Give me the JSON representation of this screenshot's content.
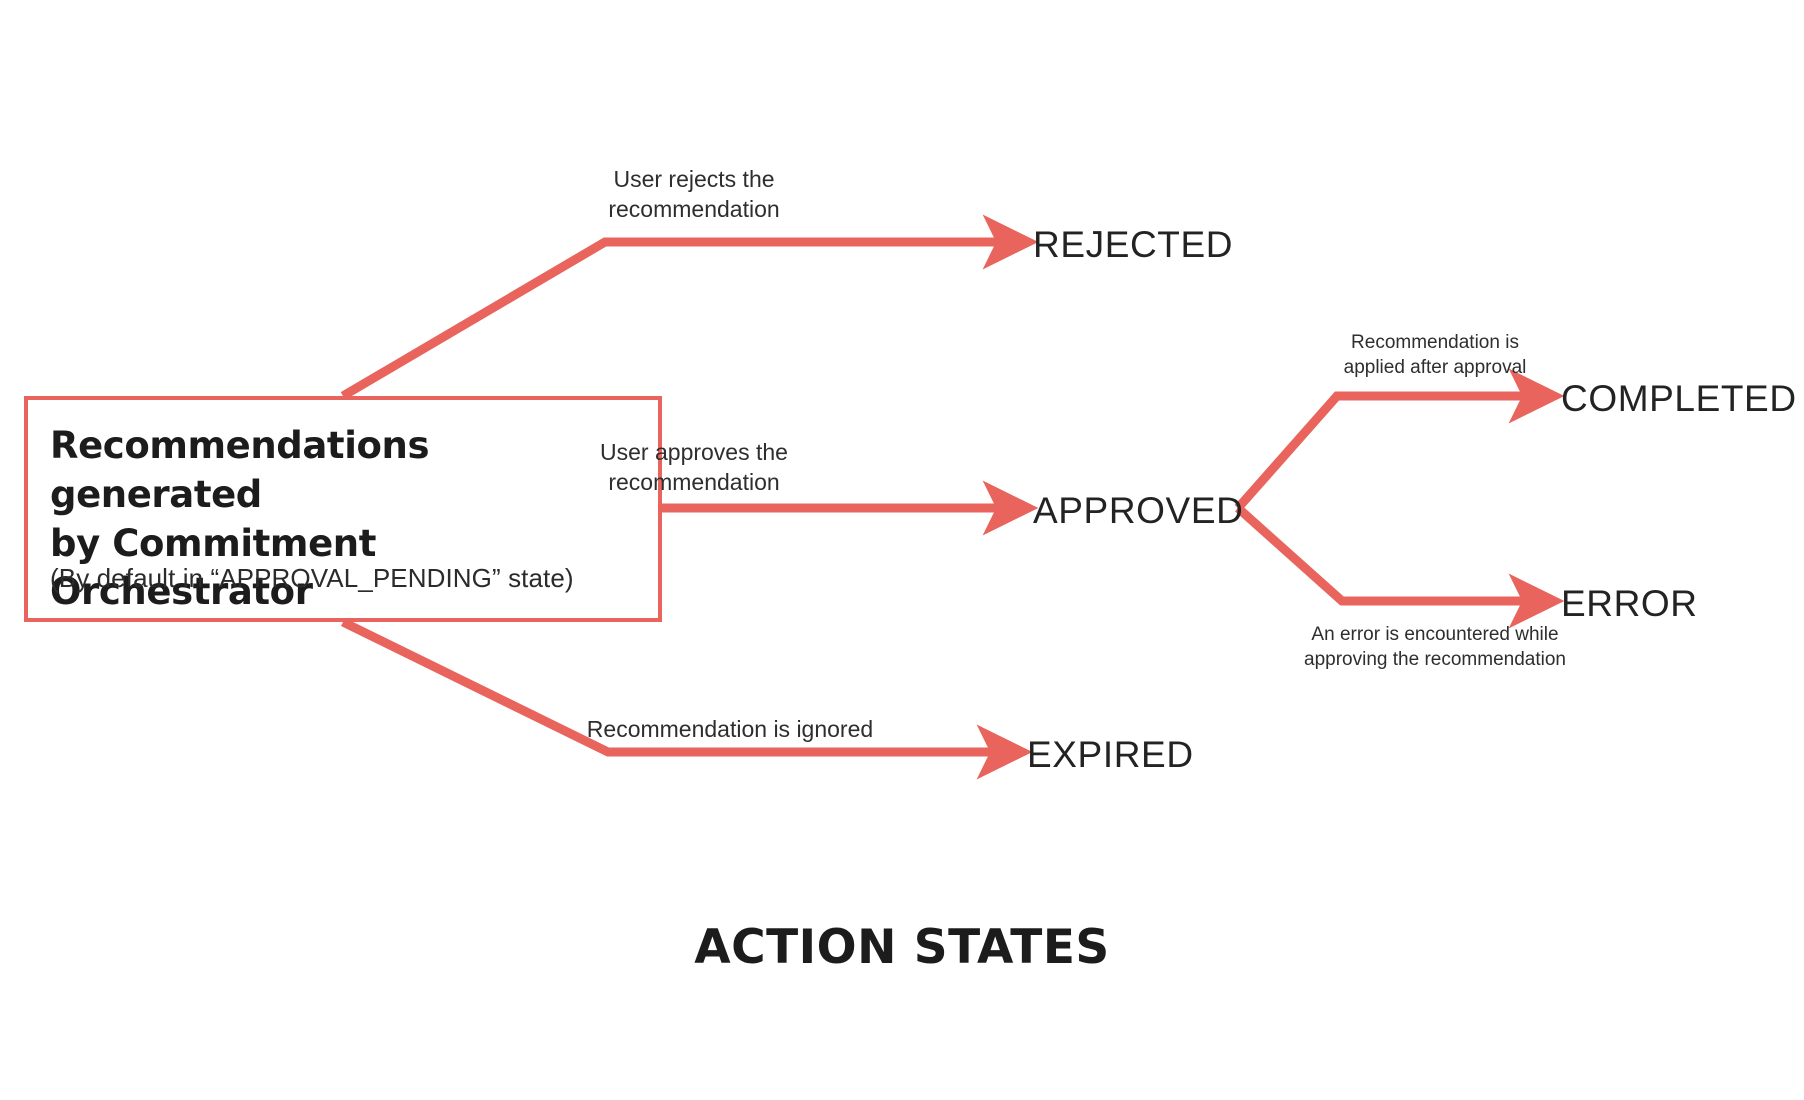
{
  "diagram": {
    "caption": "ACTION STATES",
    "accent_color": "#e8645c",
    "text_color": "#232323",
    "background_color": "#ffffff",
    "type": "state-flow"
  },
  "source": {
    "title": "Recommendations generated\nby Commitment Orchestrator",
    "subtitle": "(By default in “APPROVAL_PENDING” state)"
  },
  "states": {
    "rejected": "REJECTED",
    "approved": "APPROVED",
    "expired": "EXPIRED",
    "completed": "COMPLETED",
    "error": "ERROR"
  },
  "transitions": {
    "to_rejected": "User rejects the\nrecommendation",
    "to_approved": "User approves the\nrecommendation",
    "to_expired": "Recommendation is ignored",
    "to_completed": "Recommendation is\napplied after approval",
    "to_error": "An error is encountered while\napproving the recommendation"
  }
}
